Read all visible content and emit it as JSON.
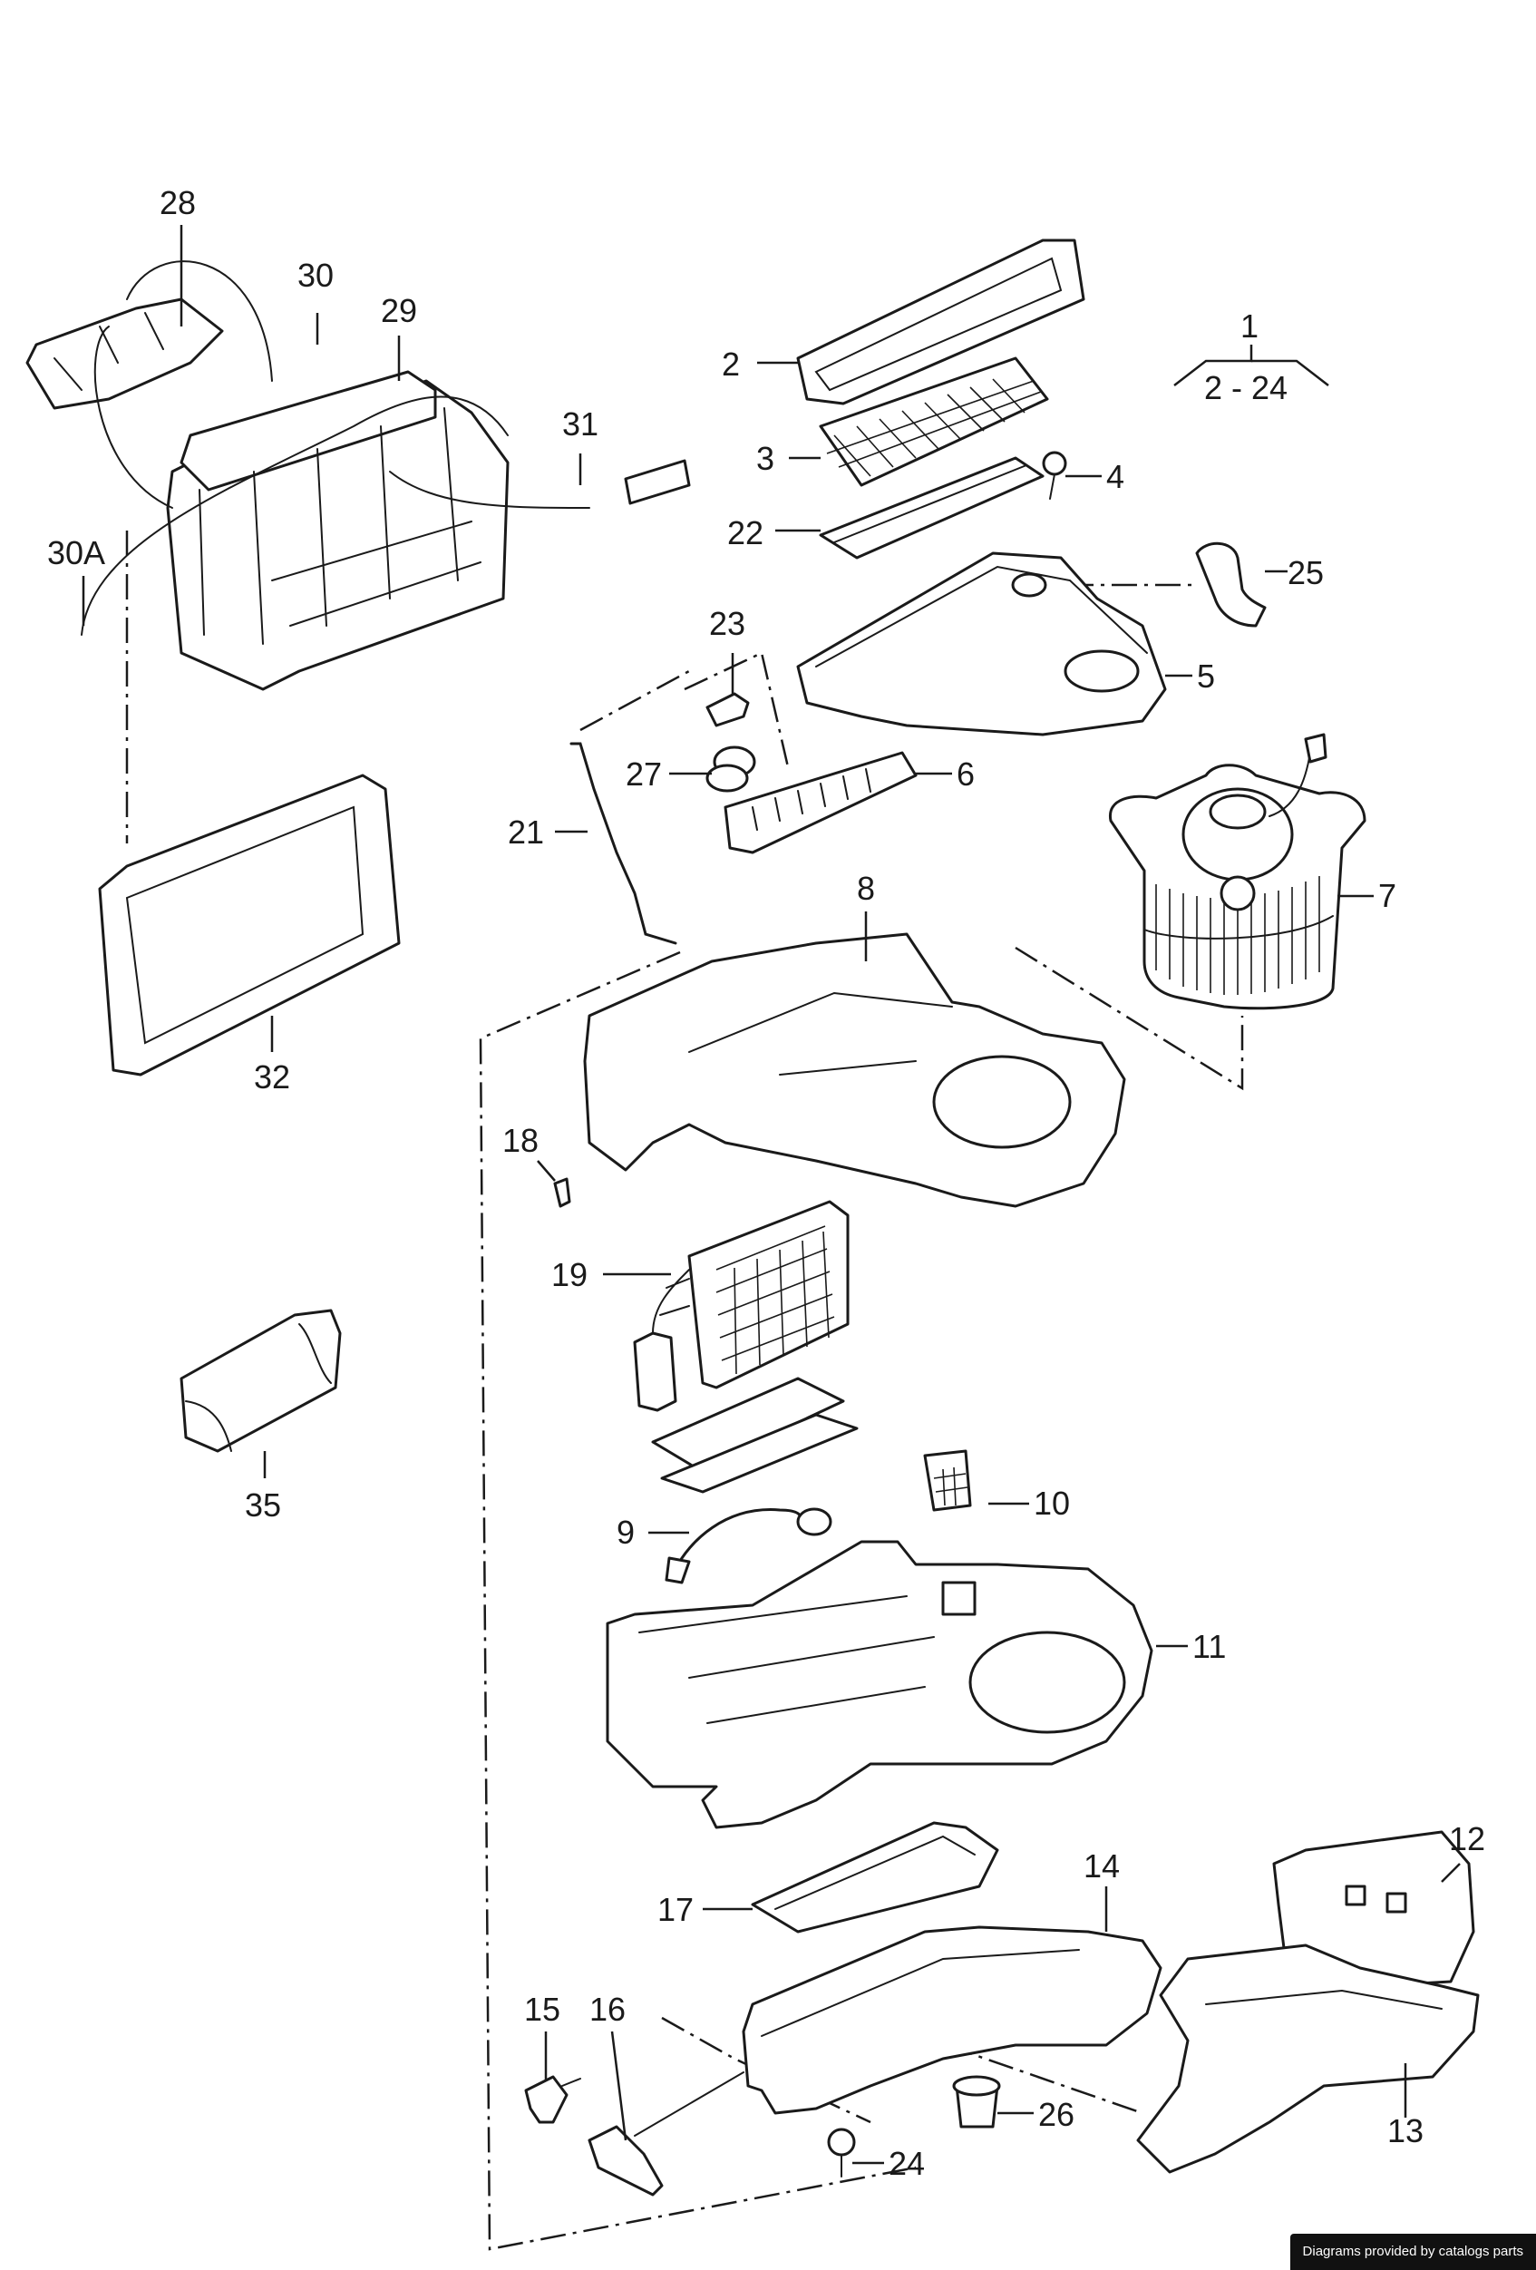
{
  "diagram": {
    "labels": {
      "l1": "1",
      "l2_24": "2 - 24",
      "l2": "2",
      "l3": "3",
      "l4": "4",
      "l5": "5",
      "l6": "6",
      "l7": "7",
      "l8": "8",
      "l9": "9",
      "l10": "10",
      "l11": "11",
      "l12": "12",
      "l13": "13",
      "l14": "14",
      "l15": "15",
      "l16": "16",
      "l17": "17",
      "l18": "18",
      "l19": "19",
      "l21": "21",
      "l22": "22",
      "l23": "23",
      "l24": "24",
      "l25": "25",
      "l26": "26",
      "l27": "27",
      "l28": "28",
      "l29": "29",
      "l30": "30",
      "l30a": "30A",
      "l31": "31",
      "l32": "32",
      "l35": "35"
    }
  },
  "footer": {
    "credit": "Diagrams provided by catalogs parts"
  }
}
